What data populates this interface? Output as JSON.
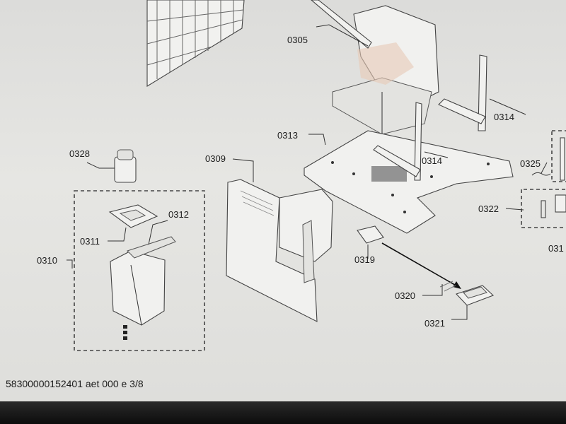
{
  "labels": {
    "p0305": "0305",
    "p0314a": "0314",
    "p0313": "0313",
    "p0314b": "0314",
    "p0309": "0309",
    "p0328": "0328",
    "p0325": "0325",
    "p0312": "0312",
    "p0311": "0311",
    "p0322": "0322",
    "p0310": "0310",
    "p0319": "0319",
    "p0318": "031",
    "p0320": "0320",
    "p0321": "0321"
  },
  "footer": "58300000152401 aet 000 e 3/8"
}
